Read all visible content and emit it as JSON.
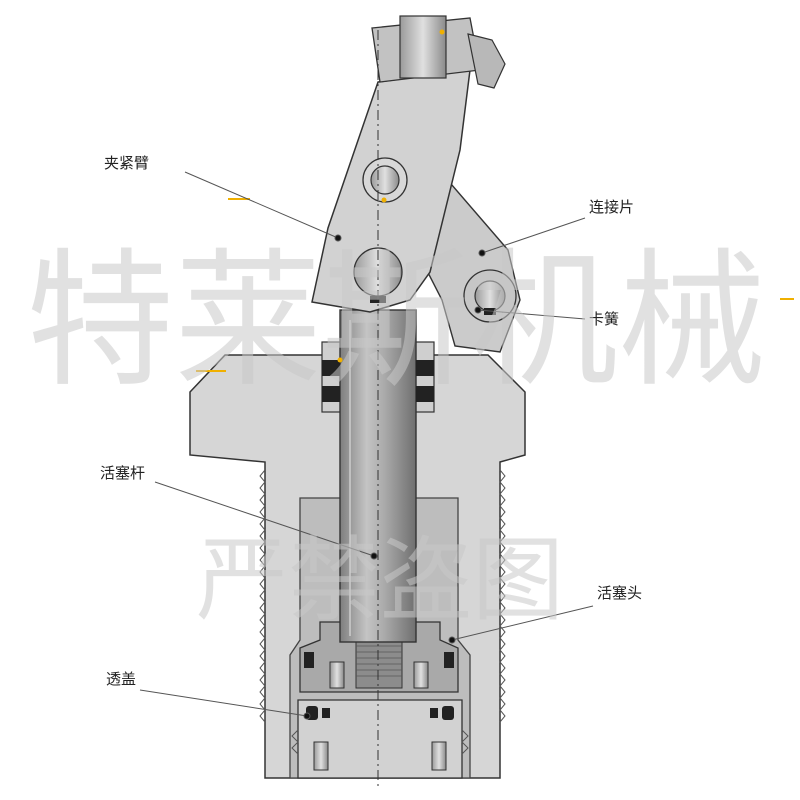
{
  "labels": {
    "clamp_arm": "夹紧臂",
    "link_plate": "连接片",
    "circlip": "卡簧",
    "piston_rod": "活塞杆",
    "piston_head": "活塞头",
    "end_cap": "透盖"
  },
  "watermarks": {
    "brand": "特莱斯机械",
    "notice": "严禁盗图"
  },
  "colors": {
    "body": "#d6d6d6",
    "arm": "#d2d2d2",
    "cavity": "#bdbdbd",
    "rod": "#9a9a9a",
    "seal": "#222222",
    "outline": "#333333",
    "leader": "#555555",
    "accent": "#f0b000"
  }
}
